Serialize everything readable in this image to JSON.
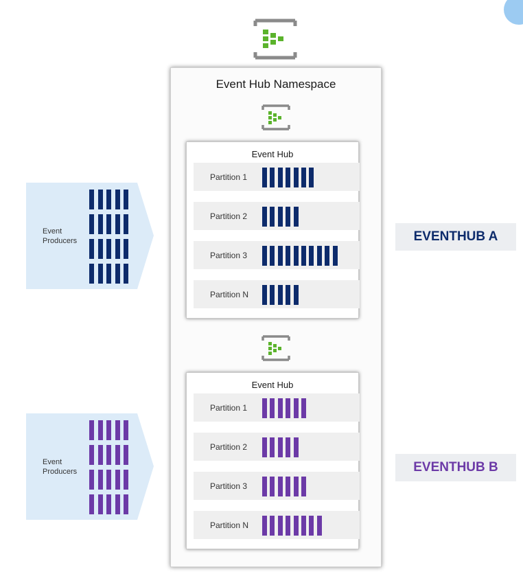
{
  "namespace": {
    "title": "Event Hub Namespace"
  },
  "hubs": [
    {
      "title": "Event Hub",
      "color": "#0d2b6b",
      "tag": "EVENTHUB A",
      "tag_color": "#0d2b6b",
      "producers_label": "Event Producers",
      "partitions": [
        {
          "label": "Partition 1",
          "events": 7
        },
        {
          "label": "Partition 2",
          "events": 5
        },
        {
          "label": "Partition 3",
          "events": 10
        },
        {
          "label": "Partition N",
          "events": 5
        }
      ]
    },
    {
      "title": "Event Hub",
      "color": "#6c3aa7",
      "tag": "EVENTHUB B",
      "tag_color": "#6c3aa7",
      "producers_label": "Event Producers",
      "partitions": [
        {
          "label": "Partition 1",
          "events": 6
        },
        {
          "label": "Partition 2",
          "events": 5
        },
        {
          "label": "Partition 3",
          "events": 6
        },
        {
          "label": "Partition N",
          "events": 8
        }
      ]
    }
  ],
  "icons": {
    "top": "event-hub-icon",
    "namespace": "event-hub-icon"
  },
  "colors": {
    "icon_green": "#5bb32c",
    "icon_frame": "#8a8a8a",
    "producer_bg": "#dcebf8"
  }
}
